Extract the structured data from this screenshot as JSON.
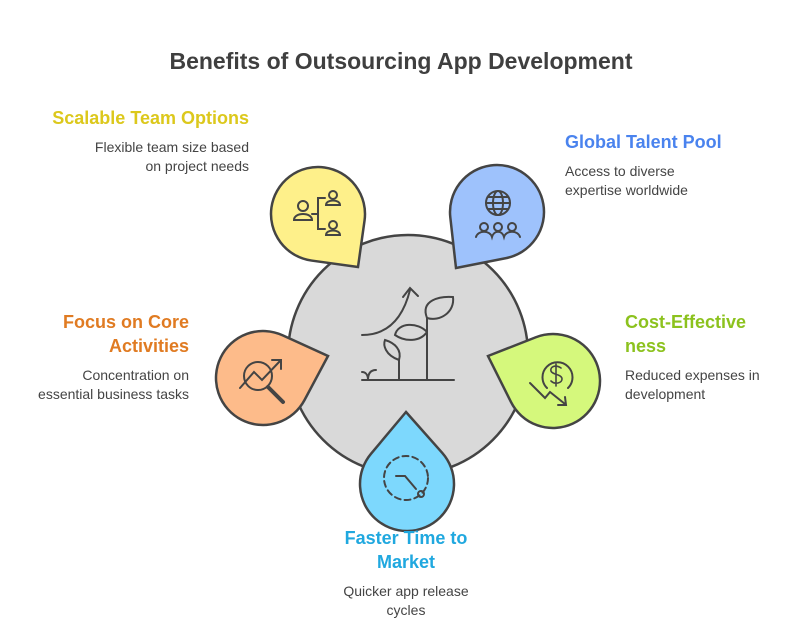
{
  "title": "Benefits of Outsourcing App Development",
  "center": {
    "icon": "plant-growth-icon",
    "color": "#d9d9d9"
  },
  "benefits": [
    {
      "title": "Scalable Team Options",
      "description": "Flexible team size based on project needs",
      "icon": "team-hierarchy-icon",
      "fill": "#fef08a",
      "text_color": "#dcc81c"
    },
    {
      "title": "Global Talent Pool",
      "description": "Access to diverse expertise worldwide",
      "icon": "globe-people-icon",
      "fill": "#9ec2fc",
      "text_color": "#4a83ee"
    },
    {
      "title": "Focus on Core Activities",
      "description": "Concentration on essential business tasks",
      "icon": "analytics-search-icon",
      "fill": "#fdbb8a",
      "text_color": "#e07b22"
    },
    {
      "title": "Cost-Effectiveness",
      "description": "Reduced expenses in development",
      "icon": "dollar-down-icon",
      "fill": "#d5f87c",
      "text_color": "#8cc21e"
    },
    {
      "title": "Faster Time to Market",
      "description": "Quicker app release cycles",
      "icon": "timer-icon",
      "fill": "#7dd8fd",
      "text_color": "#20a8df"
    }
  ]
}
